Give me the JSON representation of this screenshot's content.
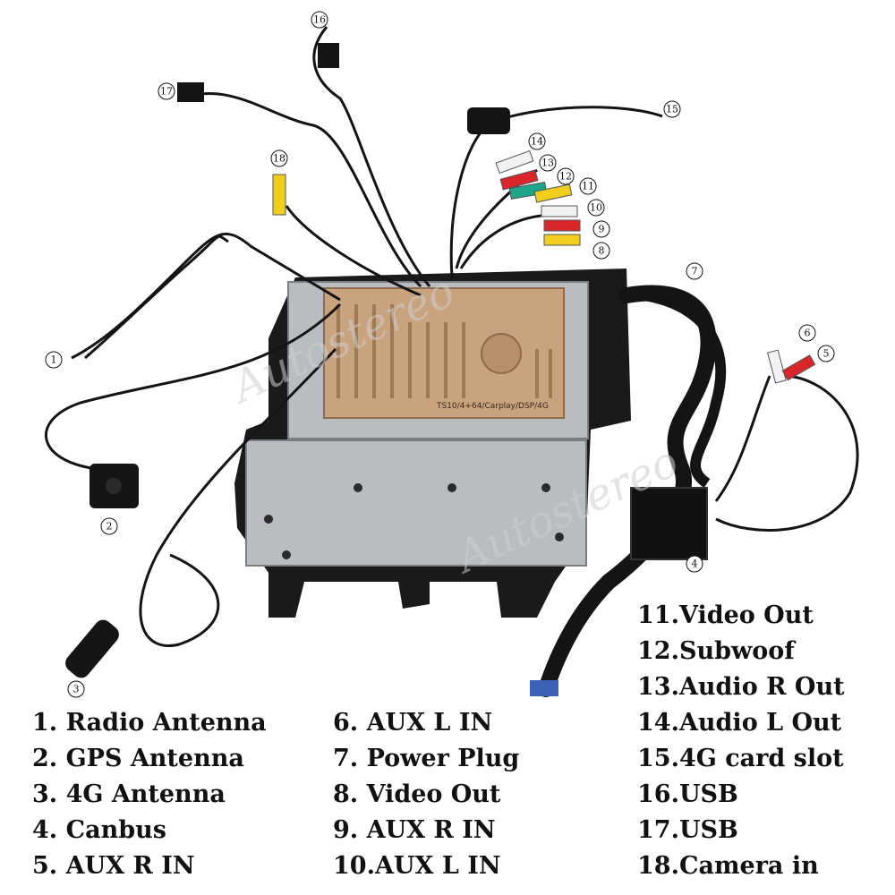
{
  "watermark": "Autostereo",
  "board_label": "TS10/4+64/Carplay/DSP/4G",
  "callouts": [
    "1",
    "2",
    "3",
    "4",
    "5",
    "6",
    "7",
    "8",
    "9",
    "10",
    "11",
    "12",
    "13",
    "14",
    "15",
    "16",
    "17",
    "18"
  ],
  "legend": {
    "column1": [
      "1. Radio Antenna",
      "2. GPS Antenna",
      "3. 4G Antenna",
      "4. Canbus",
      "5. AUX R IN"
    ],
    "column2": [
      "6. AUX L IN",
      "7.  Power Plug",
      "8.  Video Out",
      "9.  AUX R IN",
      "10.AUX L IN"
    ],
    "column3": [
      "11.Video Out",
      "12.Subwoof",
      "13.Audio R Out",
      "14.Audio L Out",
      "15.4G card slot",
      "16.USB",
      "17.USB",
      "18.Camera in"
    ]
  },
  "colors": {
    "rca_white": "#f2f2f2",
    "rca_red": "#d8262a",
    "rca_yellow": "#f2cf1f",
    "rca_teal": "#1fa58a",
    "board_copper": "#c9a27e",
    "chassis": "#b9bcc1",
    "frame": "#1a1a1a",
    "cable": "#141414"
  }
}
